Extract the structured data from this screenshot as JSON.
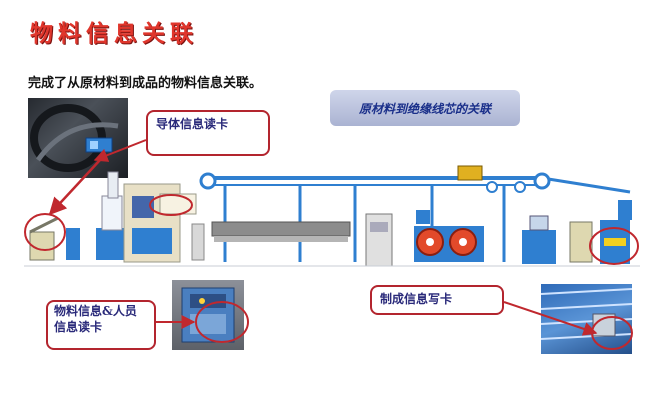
{
  "slide": {
    "title": "物料信息关联",
    "subtitle": "完成了从原材料到成品的物料信息关联。",
    "banner": "原材料到绝缘线芯的关联"
  },
  "callouts": {
    "conductor_reader": "导体信息读卡",
    "material_reader": "物料信息&人员信息读卡",
    "product_writer": "制成信息写卡"
  },
  "colors": {
    "title_red": "#e0362c",
    "callout_border": "#b3252e",
    "arrow_red": "#c0282e",
    "machine_blue": "#2f7fd0",
    "banner_text": "#1a2f8a"
  }
}
